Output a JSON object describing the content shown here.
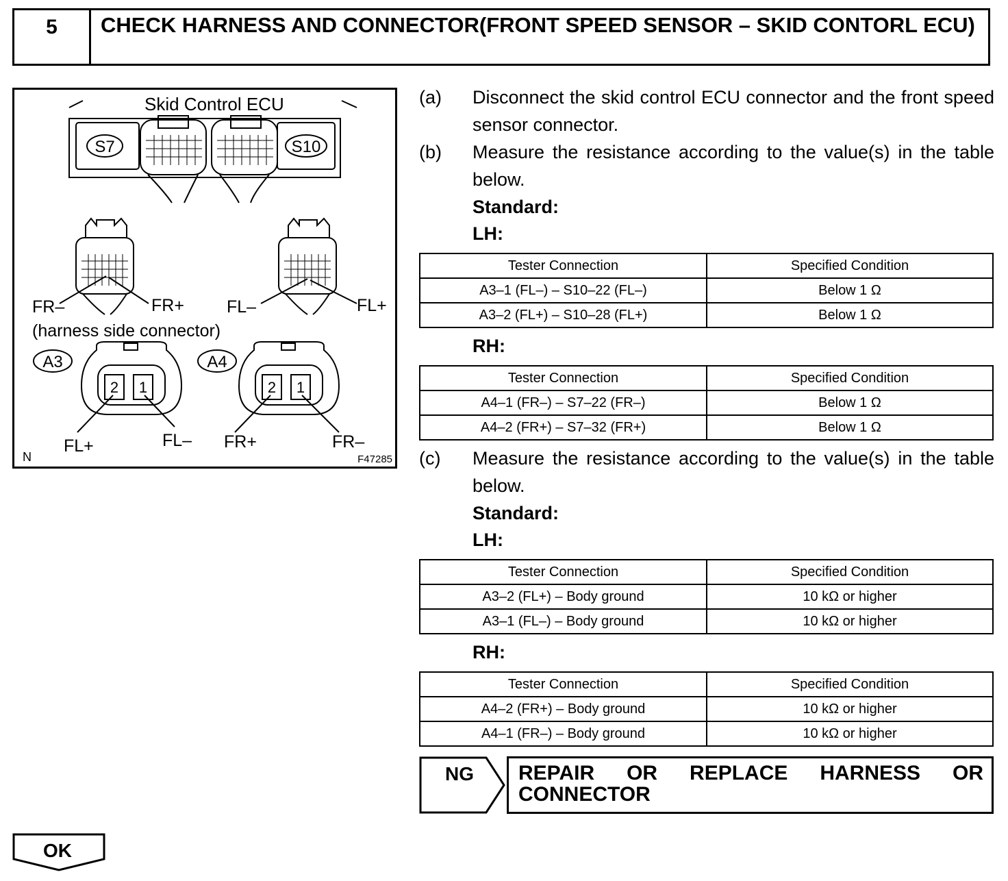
{
  "header": {
    "step_number": "5",
    "title": "CHECK HARNESS AND CONNECTOR(FRONT SPEED SENSOR – SKID CONTORL ECU)"
  },
  "figure": {
    "ecu_label": "Skid Control ECU",
    "connector_s7": "S7",
    "connector_s10": "S10",
    "label_fr_minus": "FR–",
    "label_fr_plus": "FR+",
    "label_fl_minus": "FL–",
    "label_fl_plus": "FL+",
    "harness_caption": "(harness side connector)",
    "connector_a3": "A3",
    "connector_a4": "A4",
    "pin_2": "2",
    "pin_1": "1",
    "a3_pin2_label": "FL+",
    "a3_pin1_label": "FL–",
    "a4_pin2_label": "FR+",
    "a4_pin1_label": "FR–",
    "corner_mark": "N",
    "figure_code": "F47285"
  },
  "steps": {
    "a": {
      "label": "(a)",
      "text": "Disconnect the skid control ECU connector and the front speed sensor connector."
    },
    "b": {
      "label": "(b)",
      "text": "Measure the resistance according to the value(s) in the table below."
    },
    "c": {
      "label": "(c)",
      "text": "Measure the resistance according to the value(s) in the table below."
    }
  },
  "labels": {
    "standard": "Standard:",
    "lh": "LH:",
    "rh": "RH:"
  },
  "tables": {
    "b_lh": {
      "headers": [
        "Tester Connection",
        "Specified Condition"
      ],
      "rows": [
        [
          "A3–1 (FL–) – S10–22 (FL–)",
          "Below 1 Ω"
        ],
        [
          "A3–2 (FL+) – S10–28 (FL+)",
          "Below 1 Ω"
        ]
      ]
    },
    "b_rh": {
      "headers": [
        "Tester Connection",
        "Specified Condition"
      ],
      "rows": [
        [
          "A4–1 (FR–) – S7–22 (FR–)",
          "Below 1 Ω"
        ],
        [
          "A4–2 (FR+) – S7–32 (FR+)",
          "Below 1 Ω"
        ]
      ]
    },
    "c_lh": {
      "headers": [
        "Tester Connection",
        "Specified Condition"
      ],
      "rows": [
        [
          "A3–2 (FL+) – Body ground",
          "10 kΩ or higher"
        ],
        [
          "A3–1 (FL–) – Body ground",
          "10 kΩ or higher"
        ]
      ]
    },
    "c_rh": {
      "headers": [
        "Tester Connection",
        "Specified Condition"
      ],
      "rows": [
        [
          "A4–2 (FR+) – Body ground",
          "10 kΩ or higher"
        ],
        [
          "A4–1 (FR–) – Body ground",
          "10 kΩ or higher"
        ]
      ]
    }
  },
  "result": {
    "ng_label": "NG",
    "ng_action": "REPAIR OR REPLACE HARNESS OR CONNECTOR",
    "ok_label": "OK"
  }
}
